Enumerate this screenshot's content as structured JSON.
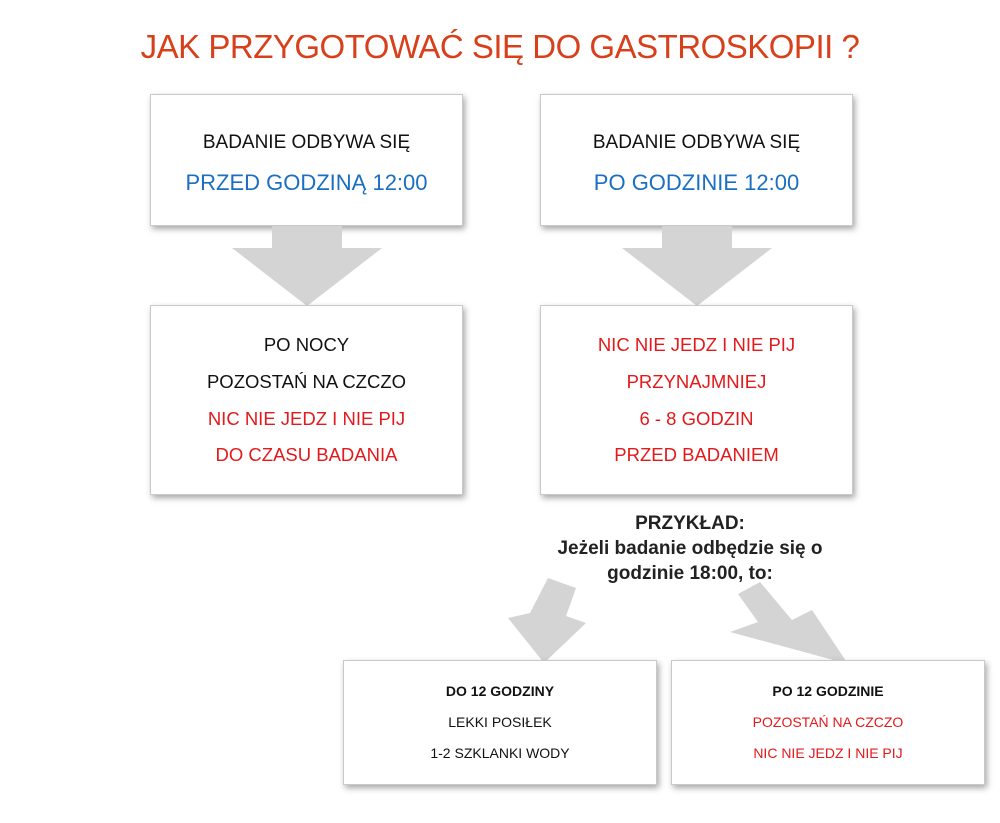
{
  "title": "JAK PRZYGOTOWAĆ SIĘ DO GASTROSKOPII ?",
  "colors": {
    "title": "#d8401c",
    "blue": "#1b6fc2",
    "red": "#e3191b",
    "arrow": "#d4d4d4"
  },
  "before_box": {
    "line1": "BADANIE ODBYWA SIĘ",
    "line2": "PRZED GODZINĄ 12:00"
  },
  "after_box": {
    "line1": "BADANIE ODBYWA SIĘ",
    "line2": "PO GODZINIE 12:00"
  },
  "night_box": {
    "line1": "PO NOCY",
    "line2": "POZOSTAŃ NA CZCZO",
    "line3": "NIC NIE JEDZ I NIE PIJ",
    "line4": "DO CZASU BADANIA"
  },
  "fast_box": {
    "line1": "NIC NIE JEDZ I NIE PIJ",
    "line2": "PRZYNAJMNIEJ",
    "line3": "6 - 8 GODZIN",
    "line4": "PRZED BADANIEM"
  },
  "example": {
    "line1": "PRZYKŁAD:",
    "line2": "Jeżeli badanie odbędzie się o",
    "line3": "godzinie 18:00, to:"
  },
  "to12_box": {
    "line1": "DO 12 GODZINY",
    "line2": "LEKKI POSIŁEK",
    "line3": "1-2 SZKLANKI WODY"
  },
  "after12_box": {
    "line1": "PO 12 GODZINIE",
    "line2": "POZOSTAŃ NA CZCZO",
    "line3": "NIC NIE JEDZ I NIE PIJ"
  }
}
